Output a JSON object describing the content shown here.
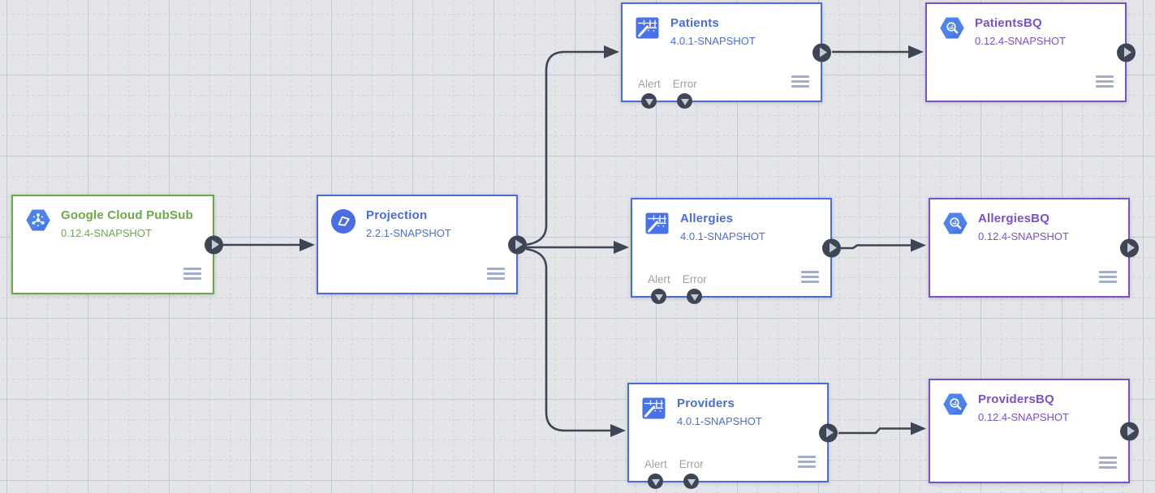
{
  "nodes": [
    {
      "title": "Google Cloud PubSub",
      "version": "0.12.4-SNAPSHOT",
      "type": "source",
      "icon": "pubsub-icon",
      "accent": "#6aaa46"
    },
    {
      "title": "Projection",
      "version": "2.2.1-SNAPSHOT",
      "type": "transform",
      "icon": "projection-icon",
      "accent": "#4a6cdb"
    },
    {
      "title": "Patients",
      "version": "4.0.1-SNAPSHOT",
      "type": "wrangler",
      "icon": "wrangler-icon",
      "accent": "#4a6cdb",
      "alert_label": "Alert",
      "error_label": "Error"
    },
    {
      "title": "PatientsBQ",
      "version": "0.12.4-SNAPSHOT",
      "type": "sink",
      "icon": "bigquery-icon",
      "accent": "#7a50cc"
    },
    {
      "title": "Allergies",
      "version": "4.0.1-SNAPSHOT",
      "type": "wrangler",
      "icon": "wrangler-icon",
      "accent": "#4a6cdb",
      "alert_label": "Alert",
      "error_label": "Error"
    },
    {
      "title": "AllergiesBQ",
      "version": "0.12.4-SNAPSHOT",
      "type": "sink",
      "icon": "bigquery-icon",
      "accent": "#7a50cc"
    },
    {
      "title": "Providers",
      "version": "4.0.1-SNAPSHOT",
      "type": "wrangler",
      "icon": "wrangler-icon",
      "accent": "#4a6cdb",
      "alert_label": "Alert",
      "error_label": "Error"
    },
    {
      "title": "ProvidersBQ",
      "version": "0.12.4-SNAPSHOT",
      "type": "sink",
      "icon": "bigquery-icon",
      "accent": "#7a50cc"
    }
  ],
  "connections": [
    {
      "from": "Google Cloud PubSub",
      "to": "Projection"
    },
    {
      "from": "Projection",
      "to": "Patients"
    },
    {
      "from": "Projection",
      "to": "Allergies"
    },
    {
      "from": "Projection",
      "to": "Providers"
    },
    {
      "from": "Patients",
      "to": "PatientsBQ"
    },
    {
      "from": "Allergies",
      "to": "AllergiesBQ"
    },
    {
      "from": "Providers",
      "to": "ProvidersBQ"
    }
  ],
  "colors": {
    "wire": "#3e4555",
    "port_glyph": "#c5cad7",
    "source_accent": "#6aaa46",
    "transform_accent": "#4a6cdb",
    "sink_accent": "#7a50cc",
    "canvas_bg": "#e4e5e9"
  }
}
